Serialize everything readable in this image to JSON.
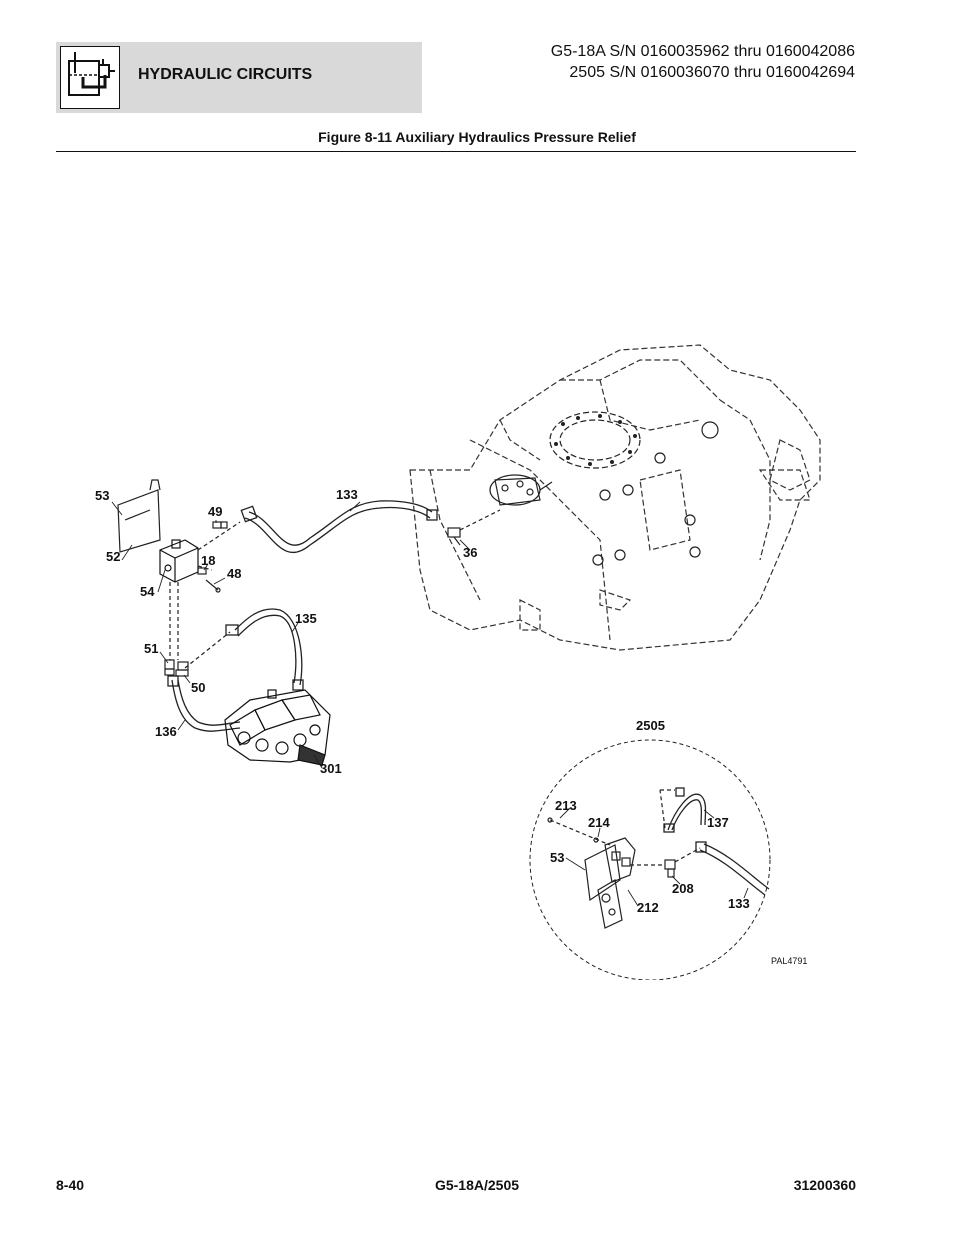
{
  "header": {
    "section_title": "HYDRAULIC CIRCUITS",
    "model_line_1": "G5-18A S/N 0160035962 thru 0160042086",
    "model_line_2": "2505 S/N 0160036070 thru 0160042694"
  },
  "figure": {
    "caption": "Figure 8-11 Auxiliary Hydraulics Pressure Relief",
    "callouts": {
      "c53": "53",
      "c52": "52",
      "c54": "54",
      "c49": "49",
      "c18": "18",
      "c48": "48",
      "c133": "133",
      "c36": "36",
      "c135": "135",
      "c51": "51",
      "c50": "50",
      "c136": "136",
      "c301": "301"
    },
    "inset": {
      "title": "2505",
      "callouts": {
        "c213": "213",
        "c214": "214",
        "c137": "137",
        "c53": "53",
        "c208": "208",
        "c212": "212",
        "c133": "133"
      },
      "art_code": "PAL4791"
    }
  },
  "footer": {
    "page_number": "8-40",
    "model": "G5-18A/2505",
    "manual_number": "31200360"
  }
}
